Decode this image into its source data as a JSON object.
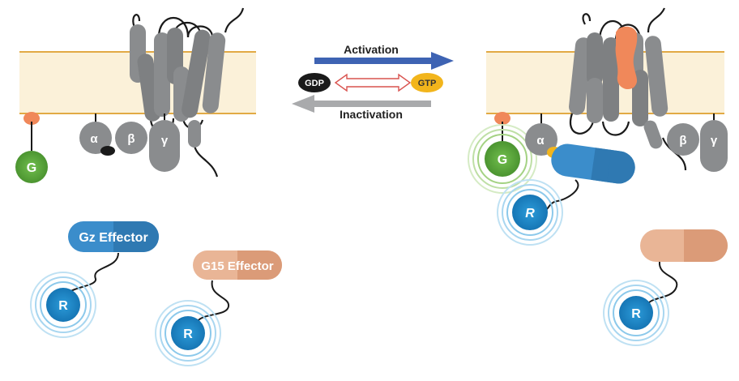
{
  "arrows": {
    "activation_label": "Activation",
    "inactivation_label": "Inactivation",
    "gdp_label": "GDP",
    "gtp_label": "GTP"
  },
  "left_panel": {
    "g_label": "G",
    "alpha_label": "α",
    "beta_label": "β",
    "gamma_label": "γ",
    "gz_effector_label": "Gz Effector",
    "g15_effector_label": "G15 Effector",
    "reporter_label_1": "R",
    "reporter_label_2": "R"
  },
  "right_panel": {
    "g_label": "G",
    "alpha_label": "α",
    "beta_label": "β",
    "gamma_label": "γ",
    "reporter_label_1": "R",
    "reporter_label_2": "R"
  },
  "colors": {
    "membrane": "#FBF1D9",
    "membrane_edge": "#E2AA45",
    "receptor_gray": "#8A8C8E",
    "gz_blue": "#3B8DCB",
    "g15_tan": "#E0A07C",
    "g_green": "#5FAE3F",
    "lipid_orange": "#F0885A",
    "reporter_blue": "#1F8FCF",
    "activation_arrow": "#3E63B3",
    "inactivation_arrow": "#A9AAAC",
    "gtp_yellow": "#F2B51C"
  }
}
